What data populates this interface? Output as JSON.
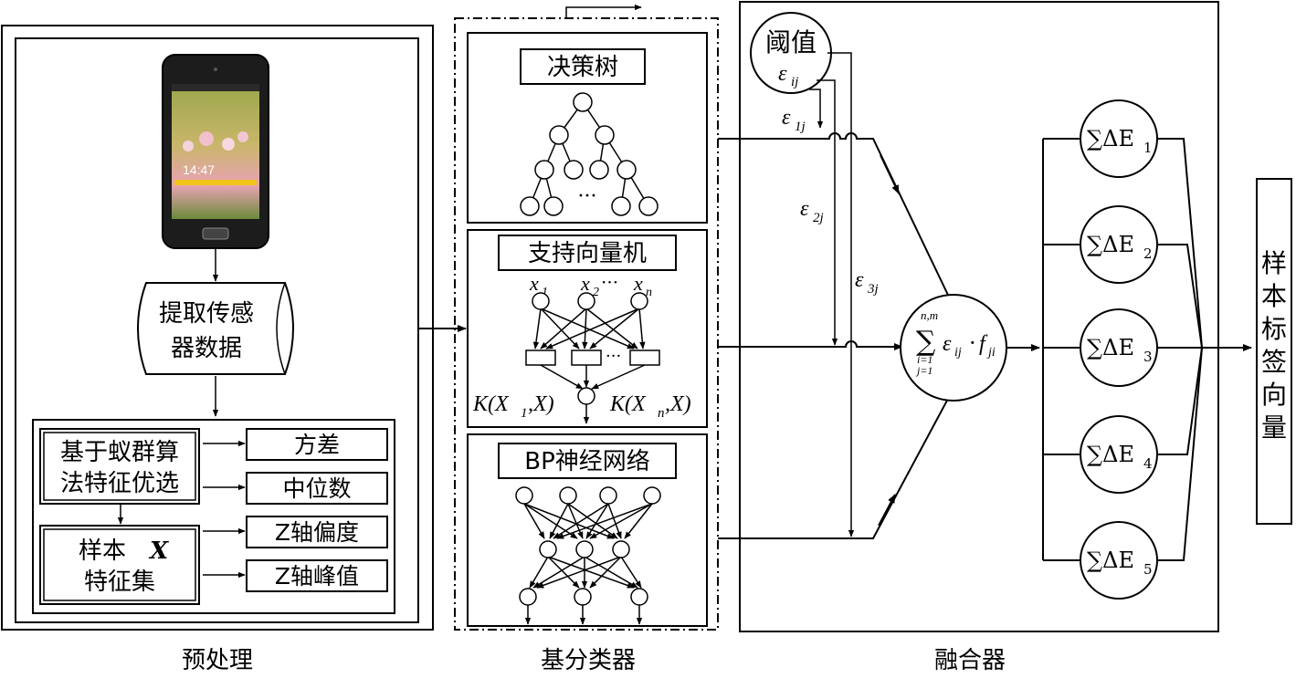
{
  "sections": {
    "preprocess": "预处理",
    "base_classifiers": "基分类器",
    "fuser": "融合器"
  },
  "phone": {
    "time": "14:47"
  },
  "preprocess": {
    "extract": [
      "提取传感",
      "器数据"
    ],
    "ant_select": [
      "基于蚁群算",
      "法特征优选"
    ],
    "sample_set": [
      "样本",
      "特征集"
    ],
    "sample_var": "X",
    "features": [
      "方差",
      "中位数",
      "Z轴偏度",
      "Z轴峰值"
    ]
  },
  "classifiers": {
    "tree": "决策树",
    "svm": "支持向量机",
    "bp": "BP神经网络",
    "svm_inputs": {
      "x1": "x",
      "x1_sub": "1",
      "x2": "x",
      "x2_sub": "2",
      "dots": "···",
      "xn": "x",
      "xn_sub": "n"
    },
    "kernel_left": "K(X",
    "kernel_left_sub": "1",
    "kernel_left_end": ",X)",
    "kernel_right": "K(X",
    "kernel_right_sub": "n",
    "kernel_right_end": ",X)",
    "ellipsis": "···"
  },
  "fuser": {
    "threshold": "阈值",
    "eps_ij": "ε",
    "eps_ij_sub": "ij",
    "eps1": "ε",
    "eps1_sub": "1j",
    "eps2": "ε",
    "eps2_sub": "2j",
    "eps3": "ε",
    "eps3_sub": "3j",
    "sum_top": "n,m",
    "sum_sym": "∑",
    "sum_i": "i=1",
    "sum_j": "j=1",
    "sum_expr_eps": "ε",
    "sum_expr_eps_sub": "ij",
    "sum_expr_dot": "·",
    "sum_expr_f": "f",
    "sum_expr_f_sub": "ji",
    "energy_nodes": [
      {
        "prefix": "∑ΔE",
        "sub": "1"
      },
      {
        "prefix": "∑ΔE",
        "sub": "2"
      },
      {
        "prefix": "∑ΔE",
        "sub": "3"
      },
      {
        "prefix": "∑ΔE",
        "sub": "4"
      },
      {
        "prefix": "∑ΔE",
        "sub": "5"
      }
    ],
    "output_label": [
      "样",
      "本",
      "标",
      "签",
      "向",
      "量"
    ]
  }
}
